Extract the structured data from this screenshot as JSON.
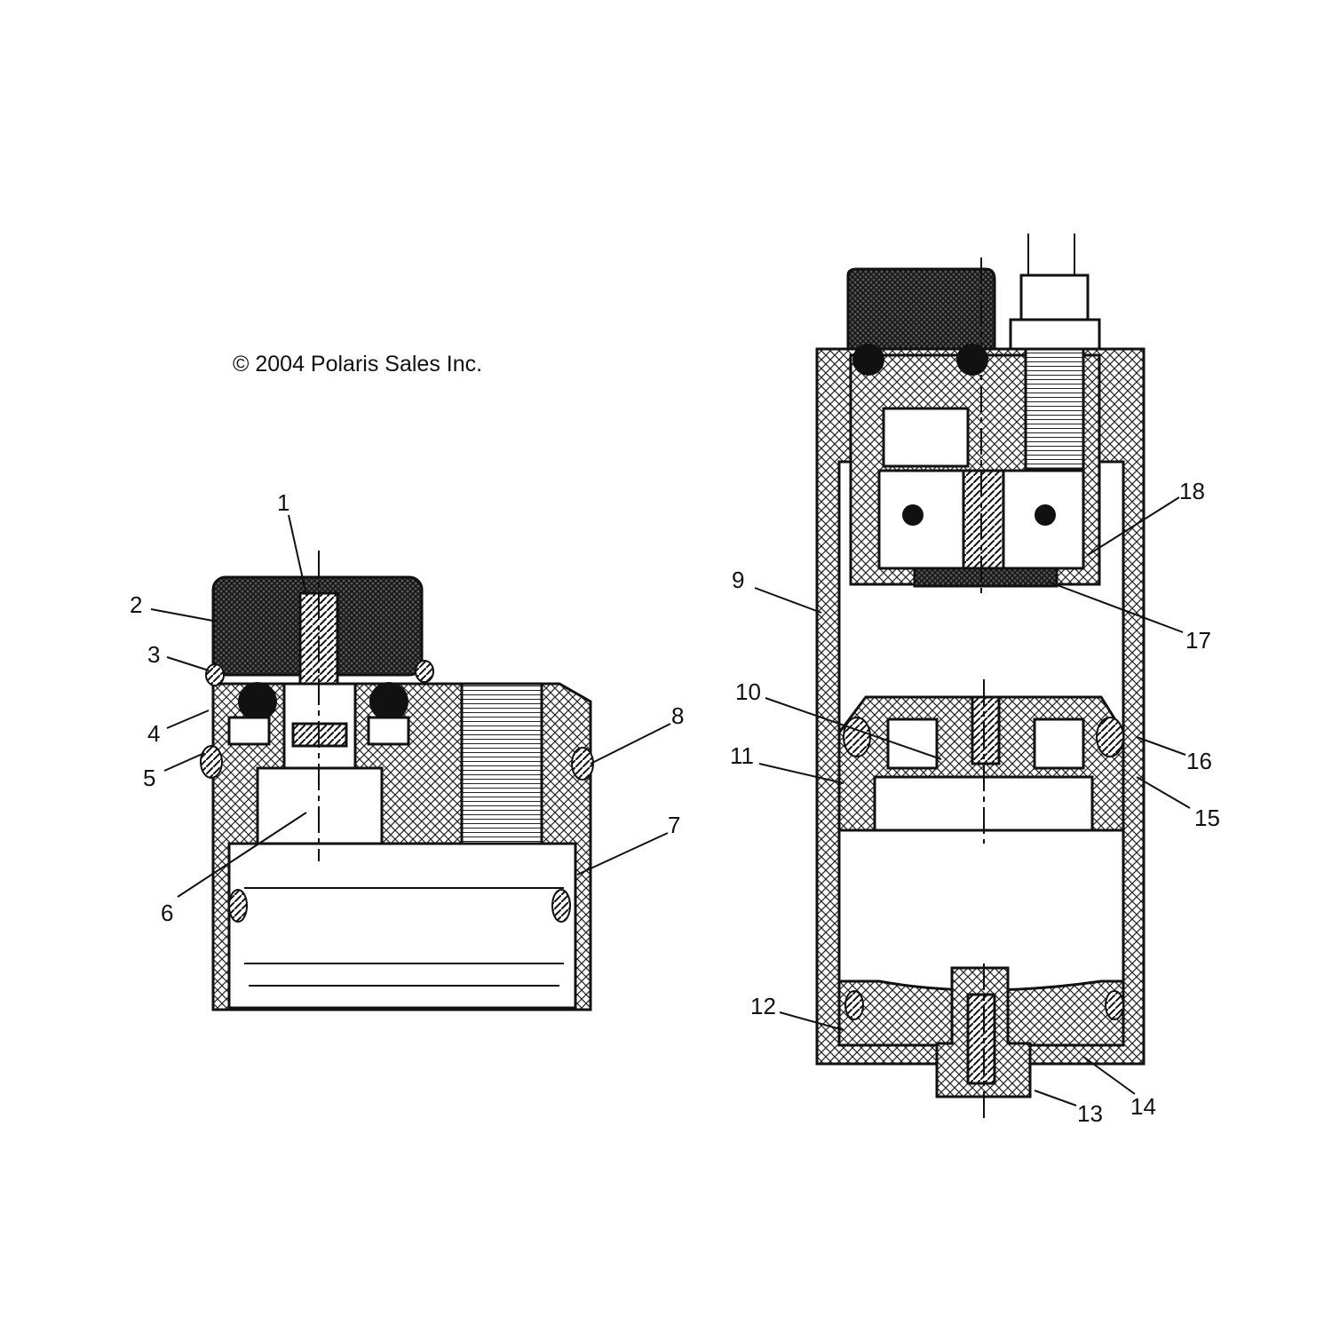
{
  "copyright": "© 2004 Polaris Sales Inc.",
  "callouts": [
    "1",
    "2",
    "3",
    "4",
    "5",
    "6",
    "7",
    "8",
    "9",
    "10",
    "11",
    "12",
    "13",
    "14",
    "15",
    "16",
    "17",
    "18"
  ],
  "colors": {
    "ink": "#111111",
    "background": "#ffffff"
  }
}
